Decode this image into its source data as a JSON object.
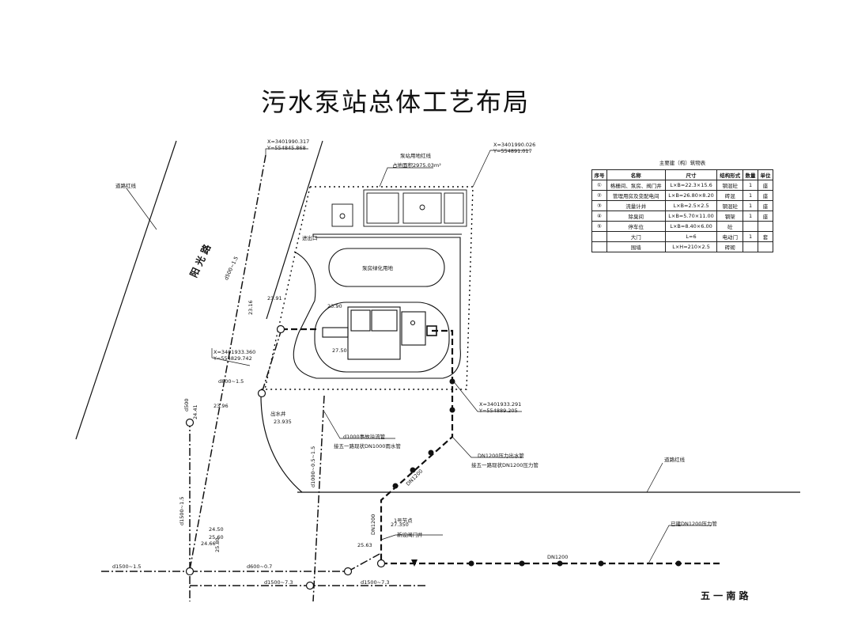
{
  "title": "污水泵站总体工艺布局",
  "roads": {
    "west": "阳 光 路",
    "south": "五 一 南 路",
    "red_line_west": "道路红线",
    "red_line_south": "道路红线"
  },
  "coordinates": {
    "nw_x": "X=3401990.317",
    "nw_y": "Y=554845.868",
    "ne_x": "X=3401990.026",
    "ne_y": "Y=554891.017",
    "sw_x": "X=3401933.360",
    "sw_y": "Y=554829.742",
    "se_x": "X=3401933.291",
    "se_y": "Y=554889.205"
  },
  "site": {
    "boundary_note": "泵站用地红线",
    "area_note": "占地面积2975.03m²",
    "inlet_label": "进出口",
    "lawn_label": "泵房绿化用地",
    "outlet_label": "出水井"
  },
  "elevations": {
    "e1": "23.90",
    "e2": "27.50",
    "e3": "23.91",
    "e4": "23.96",
    "e5": "23.935",
    "e6": "24.50",
    "e7": "25.60",
    "e8": "25.63",
    "e9": "24.66",
    "e10": "25.80",
    "e11": "27.350",
    "e12": "23.16",
    "e13": "24.41"
  },
  "pipes": {
    "d500_15_a": "d500~1.5",
    "d800_15": "d800~1.5",
    "d500_v": "d500",
    "d1000_label_1": "d1000事故溢流管",
    "d1000_label_2": "接五一路现状DN1000雨水管",
    "dn1200_label_1": "DN1200压力出水管",
    "dn1200_label_2": "接五一路现状DN1200压力管",
    "d1000_15": "d1000~0.5~1.5",
    "dn1200_v": "DN1200",
    "dn1200_h": "DN1200",
    "dn1200_diag": "DN1200",
    "d1500_15_left": "d1500~1.5",
    "d1500_15_h": "d1500~1.5",
    "d600_07": "d600~0.7",
    "d1500_73_a": "d1500~7.3",
    "d1500_73_b": "d1500~7.3",
    "existing_dn1200": "已建DN1200压力管",
    "node_label": "1号节点",
    "valve_label": "新设阀门井"
  },
  "legend": {
    "title": "主要建（构）筑物表",
    "headers": [
      "序号",
      "名称",
      "尺寸",
      "结构形式",
      "数量",
      "单位"
    ],
    "rows": [
      [
        "①",
        "格栅间、泵房、阀门井",
        "L×B=22.3×15.6",
        "钢混砼",
        "1",
        "座"
      ],
      [
        "②",
        "管理用房及变配电间",
        "L×B=26.80×8.20",
        "砖混",
        "1",
        "座"
      ],
      [
        "③",
        "流量计井",
        "L×B=2.5×2.5",
        "钢混砼",
        "1",
        "座"
      ],
      [
        "④",
        "除臭间",
        "L×B=5.70×11.00",
        "钢架",
        "1",
        "座"
      ],
      [
        "⑤",
        "停车位",
        "L×B=8.40×6.00",
        "砼",
        "",
        ""
      ],
      [
        "",
        "大门",
        "L=6",
        "电动门",
        "1",
        "套"
      ],
      [
        "",
        "围墙",
        "L×H=210×2.5",
        "砖砌",
        "",
        ""
      ]
    ]
  }
}
